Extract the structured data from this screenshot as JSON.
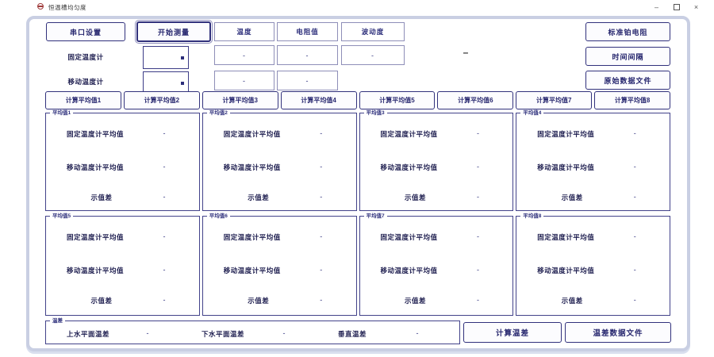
{
  "window": {
    "title": "恒温槽均匀度"
  },
  "titlebar_icons": {
    "minimize": "–",
    "close": "×"
  },
  "colors": {
    "accent_navy": "#2b2d7a",
    "frame_blue": "#c9cfe3",
    "app_icon_red": "#a03c3c"
  },
  "top": {
    "serial_button": "串口设置",
    "start_button": "开始测量",
    "headers": [
      "温度",
      "电阻值",
      "波动度"
    ],
    "fixed_label": "固定温度计",
    "mobile_label": "移动温度计",
    "fixed_values": [
      "-",
      "-",
      "-"
    ],
    "mobile_values": [
      "-",
      "-"
    ],
    "dash_indicator": "–",
    "standard_pt_button": "标准铂电阻",
    "interval_button": "时间间隔",
    "raw_file_button": "原始数据文件"
  },
  "calc_buttons": [
    "计算平均值1",
    "计算平均值2",
    "计算平均值3",
    "计算平均值4",
    "计算平均值5",
    "计算平均值6",
    "计算平均值7",
    "计算平均值8"
  ],
  "avg_panels": [
    {
      "title": "平均值1",
      "fixed_label": "固定温度计平均值",
      "fixed_value": "-",
      "mobile_label": "移动温度计平均值",
      "mobile_value": "-",
      "diff_label": "示值差",
      "diff_value": "-"
    },
    {
      "title": "平均值2",
      "fixed_label": "固定温度计平均值",
      "fixed_value": "-",
      "mobile_label": "移动温度计平均值",
      "mobile_value": "-",
      "diff_label": "示值差",
      "diff_value": "-"
    },
    {
      "title": "平均值3",
      "fixed_label": "固定温度计平均值",
      "fixed_value": "-",
      "mobile_label": "移动温度计平均值",
      "mobile_value": "-",
      "diff_label": "示值差",
      "diff_value": "-"
    },
    {
      "title": "平均值4",
      "fixed_label": "固定温度计平均值",
      "fixed_value": "-",
      "mobile_label": "移动温度计平均值",
      "mobile_value": "-",
      "diff_label": "示值差",
      "diff_value": "-"
    },
    {
      "title": "平均值5",
      "fixed_label": "固定温度计平均值",
      "fixed_value": "-",
      "mobile_label": "移动温度计平均值",
      "mobile_value": "-",
      "diff_label": "示值差",
      "diff_value": "-"
    },
    {
      "title": "平均值6",
      "fixed_label": "固定温度计平均值",
      "fixed_value": "-",
      "mobile_label": "移动温度计平均值",
      "mobile_value": "-",
      "diff_label": "示值差",
      "diff_value": "-"
    },
    {
      "title": "平均值7",
      "fixed_label": "固定温度计平均值",
      "fixed_value": "-",
      "mobile_label": "移动温度计平均值",
      "mobile_value": "-",
      "diff_label": "示值差",
      "diff_value": "-"
    },
    {
      "title": "平均值8",
      "fixed_label": "固定温度计平均值",
      "fixed_value": "-",
      "mobile_label": "移动温度计平均值",
      "mobile_value": "-",
      "diff_label": "示值差",
      "diff_value": "-"
    }
  ],
  "temp_diff": {
    "title": "温差",
    "upper_label": "上水平面温差",
    "upper_value": "-",
    "lower_label": "下水平面温差",
    "lower_value": "-",
    "vertical_label": "垂直温差",
    "vertical_value": "-",
    "calc_button": "计算温差",
    "file_button": "温差数据文件"
  }
}
